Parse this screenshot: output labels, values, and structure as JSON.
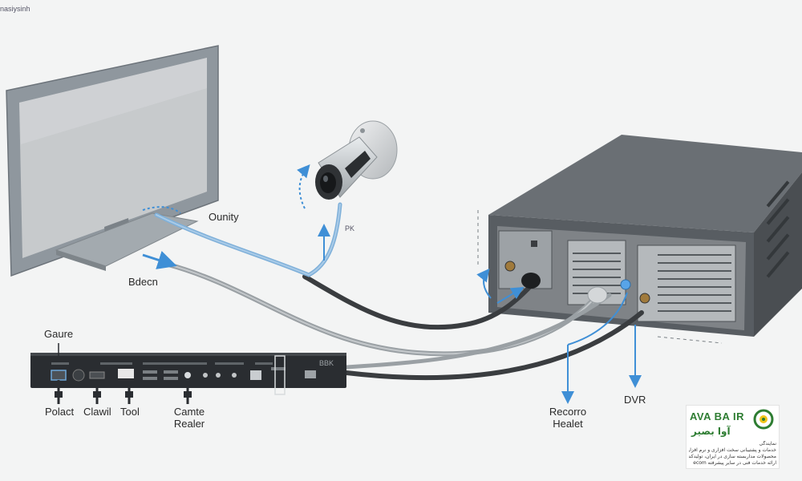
{
  "watermark": "nasiysinh",
  "labels": {
    "ounity": "Ounity",
    "bdecn": "Bdecn",
    "pk": "PK",
    "gaure": "Gaure",
    "polact": "Polact",
    "clawil": "Clawil",
    "tool": "Tool",
    "camte_line1": "Camte",
    "camte_line2": "Realer",
    "recorro_line1": "Recorro",
    "recorro_line2": "Healet",
    "dvr": "DVR",
    "box_tag": "BBK"
  },
  "logo": {
    "latin": "AVA BA  IR",
    "farsi": "آوا بصیر",
    "lines": [
      "نمایندگی",
      "خدمات و پشتیبانی سخت افزاری و نرم افزاری",
      "محصولات مداربسته سازی در ایران، تولیدکننده و",
      "ارائه خدمات فنی در سایر پیشرفته ecom"
    ]
  },
  "colors": {
    "monitor_frame": "#8f979e",
    "monitor_screen": "#c7cacc",
    "dvr_body": "#5c6166",
    "dvr_front": "#c8cbcd",
    "strip_body": "#2a2d31",
    "cable_blue": "#7fb0d9",
    "cable_gray": "#9aa0a4",
    "cable_black": "#3a3d40",
    "arrow_blue": "#3f8fd6",
    "logo_green": "#2e7d32"
  }
}
